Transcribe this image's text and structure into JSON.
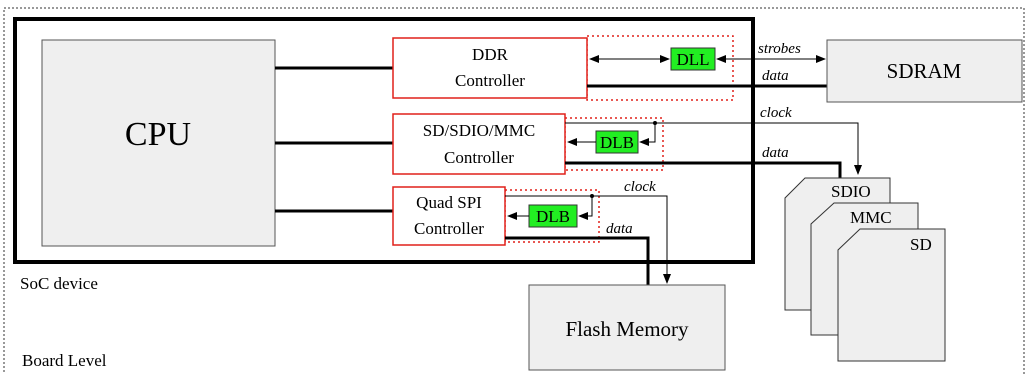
{
  "board": {
    "label": "Board Level"
  },
  "soc": {
    "label": "SoC device"
  },
  "cpu": {
    "label": "CPU"
  },
  "ddr_controller": {
    "line1": "DDR",
    "line2": "Controller"
  },
  "sd_controller": {
    "line1": "SD/SDIO/MMC",
    "line2": "Controller"
  },
  "qspi_controller": {
    "line1": "Quad SPI",
    "line2": "Controller"
  },
  "dll": {
    "label": "DLL"
  },
  "dlb_sd": {
    "label": "DLB"
  },
  "dlb_qspi": {
    "label": "DLB"
  },
  "sdram": {
    "label": "SDRAM"
  },
  "flash": {
    "label": "Flash Memory"
  },
  "cards": {
    "sdio": "SDIO",
    "mmc": "MMC",
    "sd": "SD"
  },
  "signals": {
    "strobes": "strobes",
    "ddr_data": "data",
    "sd_clock": "clock",
    "sd_data": "data",
    "qspi_clock": "clock",
    "qspi_data": "data"
  },
  "colors": {
    "controller_border": "#e0201a",
    "delay_fill": "#22ee22",
    "box_fill": "#efefef",
    "line": "#000000"
  }
}
